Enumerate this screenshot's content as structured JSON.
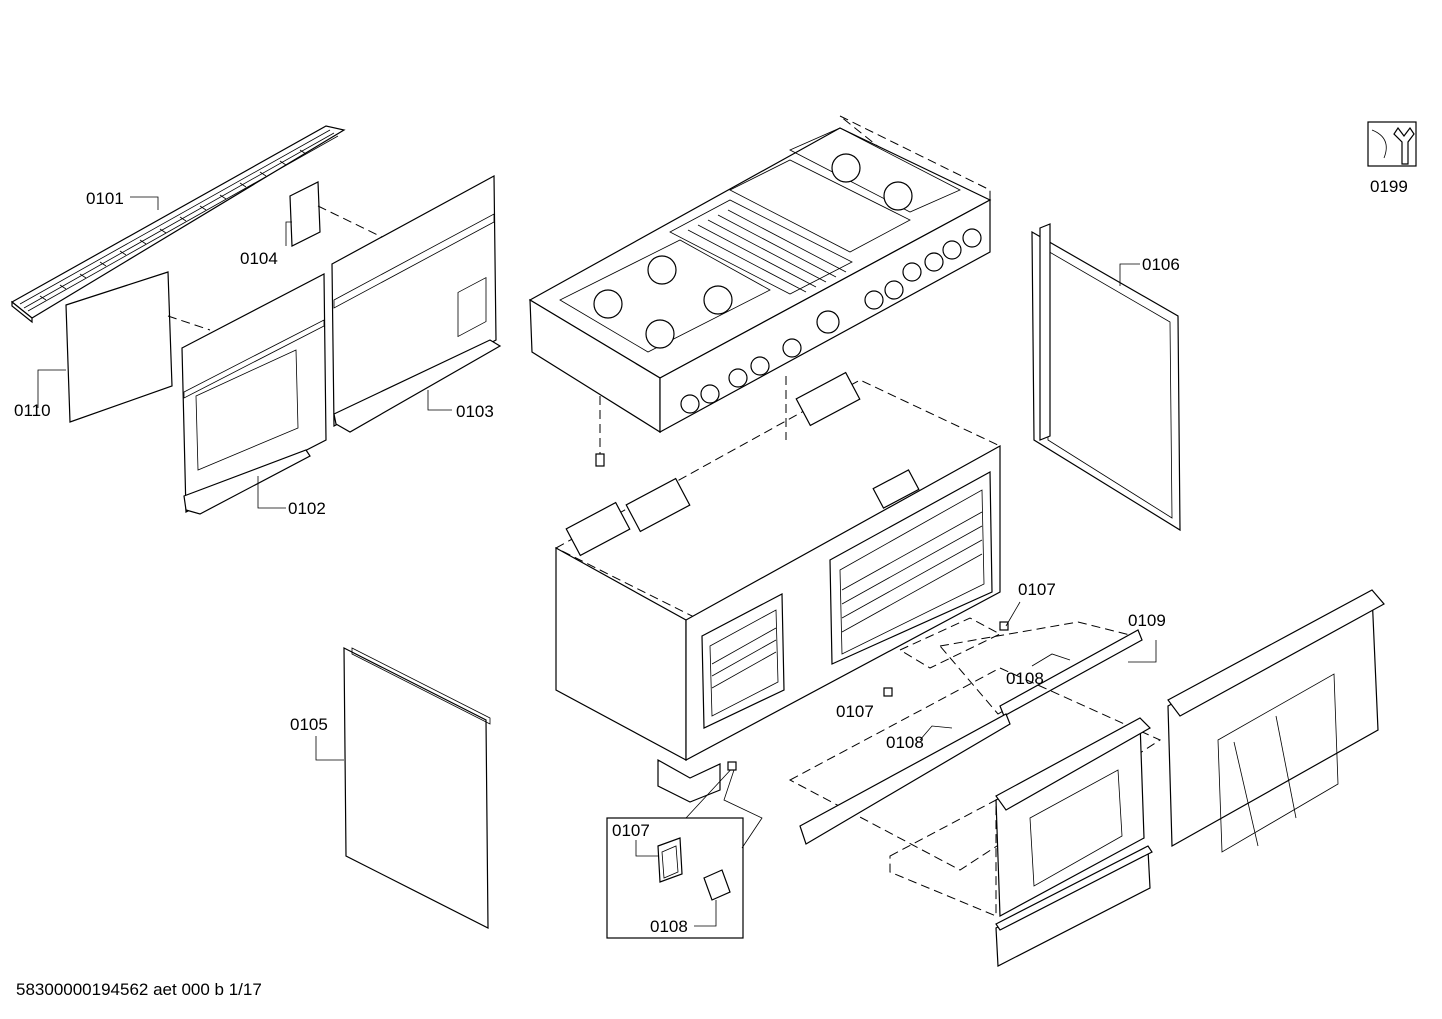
{
  "labels": {
    "p0101": "0101",
    "p0102": "0102",
    "p0103": "0103",
    "p0104": "0104",
    "p0105": "0105",
    "p0106": "0106",
    "p0107a": "0107",
    "p0107b": "0107",
    "p0107c": "0107",
    "p0108a": "0108",
    "p0108b": "0108",
    "p0108c": "0108",
    "p0109": "0109",
    "p0110": "0110",
    "p0199": "0199"
  },
  "footer": "58300000194562 aet 000 b 1/17",
  "icons": {
    "service": "wrench-service-icon"
  }
}
